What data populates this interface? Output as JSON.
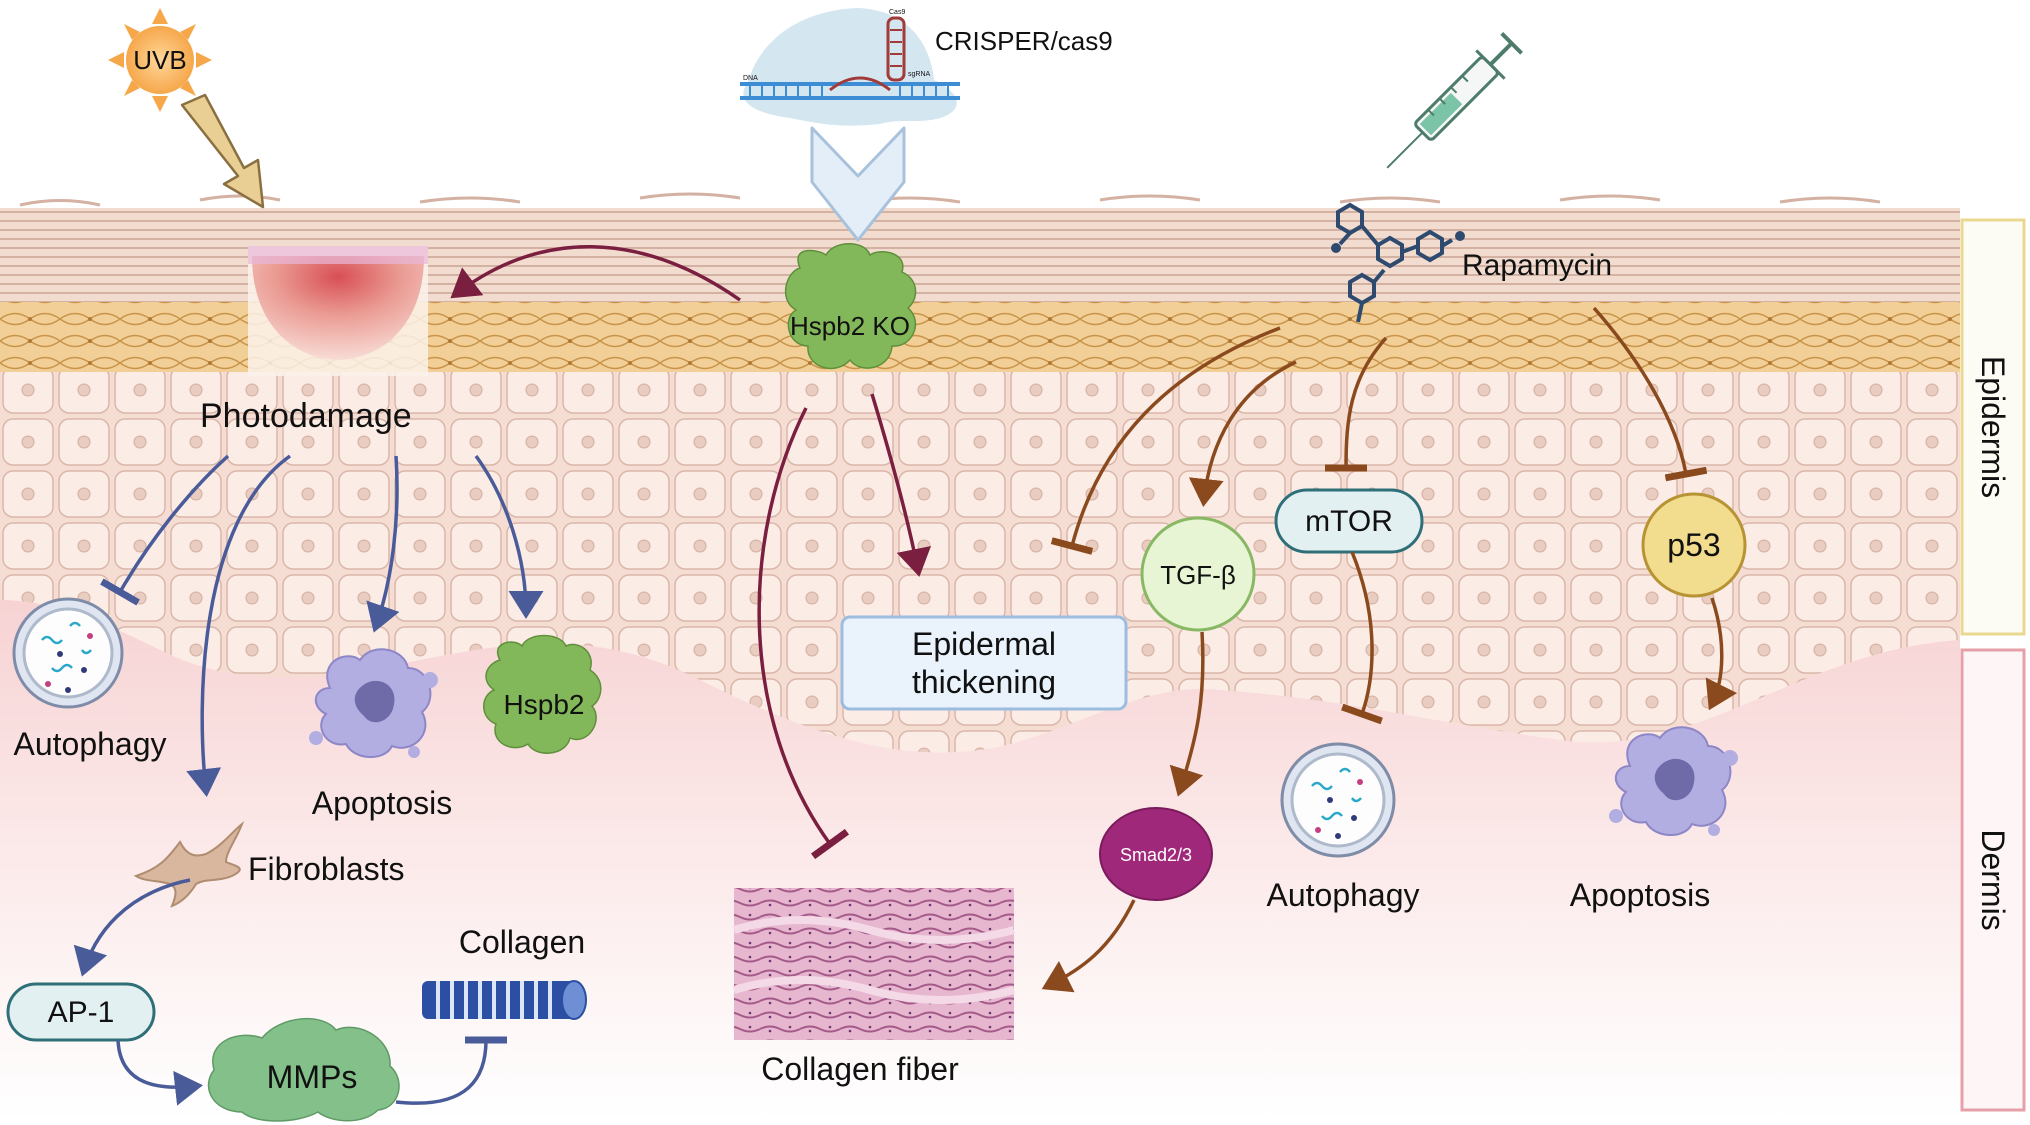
{
  "labels": {
    "uvb": "UVB",
    "crispr": "CRISPER/cas9",
    "hspb2_ko": "Hspb2 KO",
    "rapamycin": "Rapamycin",
    "photodamage": "Photodamage",
    "autophagy_left": "Autophagy",
    "apoptosis_left": "Apoptosis",
    "hspb2": "Hspb2",
    "fibroblasts": "Fibroblasts",
    "ap1": "AP-1",
    "mmps": "MMPs",
    "collagen": "Collagen",
    "epidermal_thickening_1": "Epidermal",
    "epidermal_thickening_2": "thickening",
    "collagen_fiber": "Collagen fiber",
    "tgf": "TGF-β",
    "smad": "Smad2/3",
    "mtor": "mTOR",
    "p53": "p53",
    "autophagy_right": "Autophagy",
    "apoptosis_right": "Apoptosis",
    "epidermis": "Epidermis",
    "dermis": "Dermis",
    "dna_small": "DNA",
    "cas9_small": "Cas9",
    "sgrna_small": "sgRNA"
  },
  "colors": {
    "uv_arrow": "#e9cf94",
    "ko_arrow": "#7a1f3f",
    "damage_arrow": "#4a5b9a",
    "rapa_arrow": "#8a4a1e",
    "green_blob": "#83b85a",
    "teal_box": "#2f6f78",
    "smad": "#a0287a",
    "p53": "#f2dc8e",
    "tgf": "#e8f5d5",
    "epidermis_box": "#e8d890",
    "dermis_box": "#e7a0aa"
  }
}
